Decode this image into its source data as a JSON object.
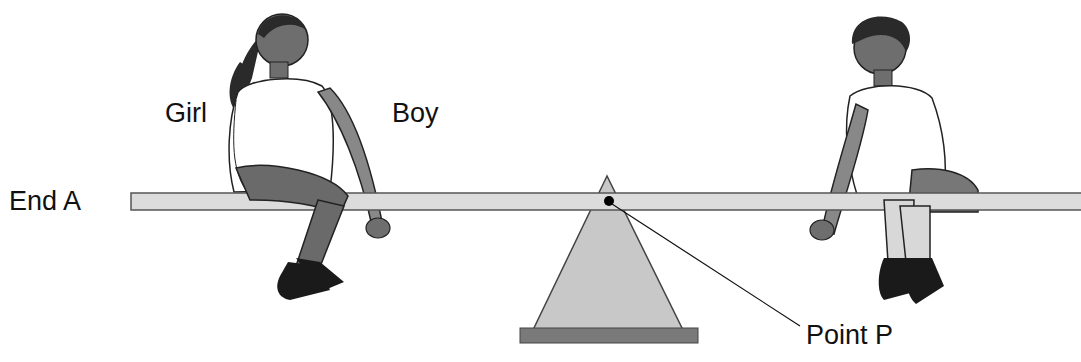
{
  "diagram": {
    "labels": [
      "Girl",
      "Boy",
      "End A",
      "Point P"
    ]
  }
}
